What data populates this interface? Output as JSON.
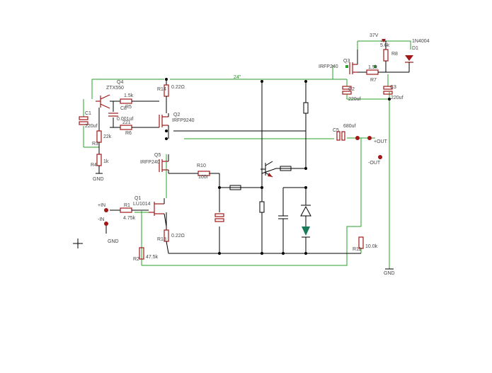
{
  "rails": {
    "v37": "37V",
    "v24": "24\""
  },
  "components": {
    "q4": {
      "name": "Q4",
      "value": "ZTX550"
    },
    "q2": {
      "name": "Q2",
      "value": "IRFP9240"
    },
    "q5": {
      "name": "Q5",
      "value": "IRFP240"
    },
    "q1": {
      "name": "Q1",
      "value": "LU1014"
    },
    "q3": {
      "name": "Q3",
      "value": "IRFP240"
    },
    "r5": {
      "name": "R5",
      "value": "1.5k"
    },
    "r6": {
      "name": "R6",
      "value": "221"
    },
    "r14": {
      "name": "R14",
      "value": "0.22Ω"
    },
    "r13": {
      "name": "R13",
      "value": "0.22Ω"
    },
    "r3": {
      "name": "R3",
      "value": "22k"
    },
    "r4": {
      "name": "R4",
      "value": "1k"
    },
    "r10": {
      "name": "R10",
      "value": "100r"
    },
    "r1": {
      "name": "R1",
      "value": "4.75k"
    },
    "r2": {
      "name": "R2",
      "value": "47.5k"
    },
    "r11": {
      "name": "R11",
      "value": "10.0k"
    },
    "r7": {
      "name": "R7",
      "value": "1.5k"
    },
    "r8": {
      "name": "R8",
      "value": "5.6k"
    },
    "c1": {
      "name": "C1",
      "value": "220uf"
    },
    "c8": {
      "name": "C8",
      "value": "0.001uf"
    },
    "c2": {
      "name": "C2",
      "value": "220uf"
    },
    "c3": {
      "name": "C3",
      "value": "220uf"
    },
    "c5": {
      "name": "C5",
      "value": "680uf"
    },
    "d1": {
      "name": "D1",
      "value": "1N4004"
    }
  },
  "ports": {
    "in_plus": "+IN",
    "in_minus": "-IN",
    "out_plus": "+OUT",
    "out_minus": "-OUT",
    "gnd1": "GND",
    "gnd2": "GND",
    "gnd3": "GND"
  },
  "colors": {
    "wire": "#000000",
    "green_wire": "#2aa02a",
    "component": "#a01818"
  }
}
